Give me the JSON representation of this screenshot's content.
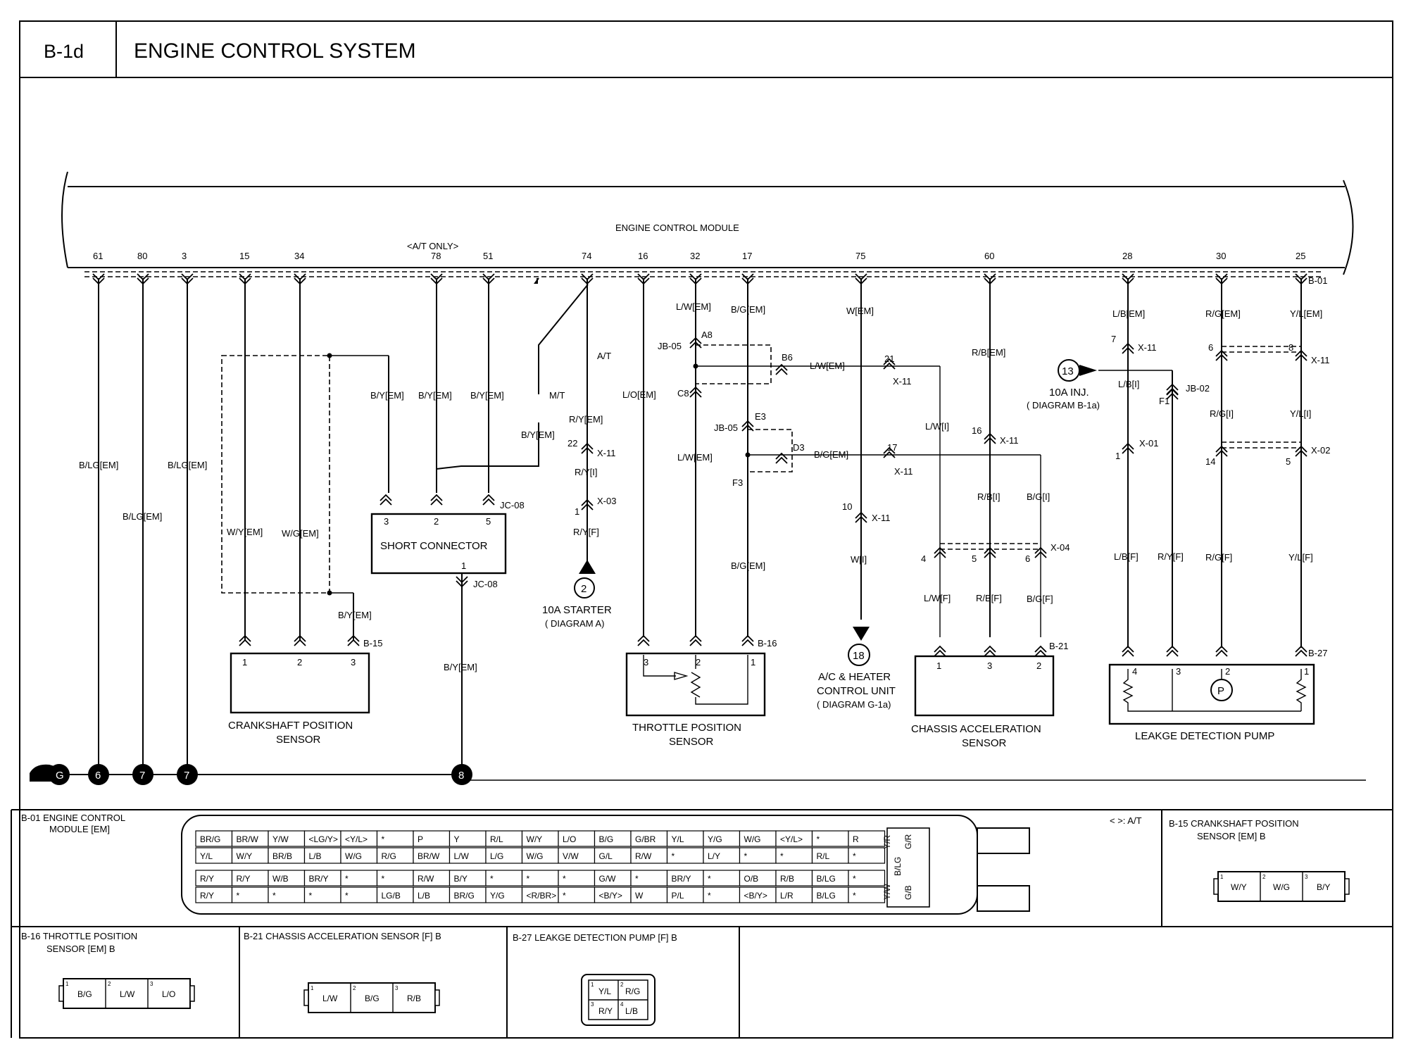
{
  "header": {
    "code": "B-1d",
    "title": "ENGINE CONTROL SYSTEM"
  },
  "ecm": {
    "label": "ENGINE CONTROL MODULE",
    "at_only": "<A/T ONLY>",
    "connector": "B-01",
    "pins": [
      "61",
      "80",
      "3",
      "15",
      "34",
      "78",
      "51",
      "74",
      "16",
      "32",
      "17",
      "75",
      "60",
      "28",
      "30",
      "25"
    ]
  },
  "wire_labels": {
    "blg1": "B/LG[EM]",
    "blg2": "B/LG[EM]",
    "blg3": "B/LG[EM]",
    "wy": "W/Y[EM]",
    "wg": "W/G[EM]",
    "by1": "B/Y[EM]",
    "by2": "B/Y[EM]",
    "by3": "B/Y[EM]",
    "by4": "B/Y[EM]",
    "by5": "B/Y[EM]",
    "by6": "B/Y[EM]",
    "ryem": "R/Y[EM]",
    "ryi": "R/Y[I]",
    "ryf": "R/Y[F]",
    "lo": "L/O[EM]",
    "lw1": "L/W[EM]",
    "lw2": "L/W[EM]",
    "lw3": "L/W[EM]",
    "bg1": "B/G[EM]",
    "bg2": "B/G[EM]",
    "bg3": "B/G[EM]",
    "wem": "W[EM]",
    "wi": "W[I]",
    "rb": "R/B[EM]",
    "rbi": "R/B[I]",
    "rbf": "R/B[F]",
    "bgi": "B/G[I]",
    "bgf": "B/G[F]",
    "lwi": "L/W[I]",
    "lwf": "L/W[F]",
    "lb": "L/B[EM]",
    "lbi": "L/B[I]",
    "lbf": "L/B[F]",
    "rg": "R/G[EM]",
    "rgi": "R/G[I]",
    "rgf": "R/G[F]",
    "yl": "Y/L[EM]",
    "yli": "Y/L[I]",
    "ylf": "Y/L[F]",
    "ryf2": "R/Y[F]",
    "at": "A/T",
    "mt": "M/T"
  },
  "connectors": {
    "x11": "X-11",
    "x03": "X-03",
    "x01": "X-01",
    "x02": "X-02",
    "x04": "X-04",
    "jc08": "JC-08",
    "jb05": "JB-05",
    "jb02": "JB-02",
    "b15": "B-15",
    "b16": "B-16",
    "b21": "B-21",
    "b27": "B-27",
    "a8": "A8",
    "b6": "B6",
    "c8": "C8",
    "e3": "E3",
    "d3": "D3",
    "f3": "F3",
    "f1": "F1",
    "n22": "22",
    "n1": "1",
    "n21": "21",
    "n17": "17",
    "n10": "10",
    "n16": "16",
    "n7": "7",
    "n1b": "1",
    "n6": "6",
    "n14": "14",
    "n8": "8",
    "n5": "5",
    "n4": "4",
    "n5b": "5",
    "n6b": "6",
    "pin1": "1",
    "pin3": "3",
    "pin2": "2",
    "pin5": "5"
  },
  "components": {
    "short_connector": "SHORT CONNECTOR",
    "crankshaft": [
      "CRANKSHAFT POSITION",
      "SENSOR"
    ],
    "throttle": [
      "THROTTLE POSITION",
      "SENSOR"
    ],
    "chassis": [
      "CHASSIS ACCELERATION",
      "SENSOR"
    ],
    "pump": "LEAKGE DETECTION PUMP",
    "pump_symbol": "P"
  },
  "refs": {
    "starter": {
      "num": "2",
      "line1": "10A STARTER",
      "line2": "( DIAGRAM  A)"
    },
    "ac": {
      "num": "18",
      "line1": "A/C & HEATER",
      "line2": "CONTROL UNIT",
      "line3": "( DIAGRAM G-1a)"
    },
    "inj": {
      "num": "13",
      "line1": "10A INJ.",
      "line2": "( DIAGRAM B-1a)"
    }
  },
  "grounds": [
    "G",
    "6",
    "7",
    "7",
    "8"
  ],
  "views": {
    "b01": {
      "title": "B-01 ENGINE CONTROL",
      "title2": "MODULE [EM]",
      "note": "< >: A/T",
      "rows": [
        [
          "BR/G",
          "BR/W",
          "Y/W",
          "<LG/Y>",
          "<Y/L>",
          "*",
          "P",
          "Y",
          "R/L",
          "W/Y",
          "L/O",
          "B/G",
          "G/BR",
          "Y/L",
          "Y/G",
          "W/G",
          "<Y/L>",
          "*",
          "R"
        ],
        [
          "Y/L",
          "W/Y",
          "BR/B",
          "L/B",
          "W/G",
          "R/G",
          "BR/W",
          "L/W",
          "L/G",
          "W/G",
          "V/W",
          "G/L",
          "R/W",
          "*",
          "L/Y",
          "*",
          "*",
          "R/L",
          "*"
        ],
        [
          "R/Y",
          "R/Y",
          "W/B",
          "BR/Y",
          "*",
          "*",
          "R/W",
          "B/Y",
          "*",
          "*",
          "*",
          "G/W",
          "*",
          "BR/Y",
          "*",
          "O/B",
          "R/B",
          "B/LG",
          "*"
        ],
        [
          "R/Y",
          "*",
          "*",
          "*",
          "*",
          "LG/B",
          "L/B",
          "BR/G",
          "Y/G",
          "<R/BR>",
          "*",
          "<B/Y>",
          "W",
          "P/L",
          "*",
          "<B/Y>",
          "L/R",
          "B/LG",
          "*"
        ]
      ],
      "side": [
        "Y/R",
        "G/R",
        "B/LG",
        "Y/W",
        "G/B"
      ]
    },
    "b15": {
      "title": "B-15 CRANKSHAFT POSITION",
      "title2": "SENSOR [EM] B",
      "pins": [
        "W/Y",
        "W/G",
        "B/Y"
      ]
    },
    "b16": {
      "title": "B-16 THROTTLE POSITION",
      "title2": "SENSOR [EM] B",
      "pins": [
        "B/G",
        "L/W",
        "L/O"
      ]
    },
    "b21": {
      "title": "B-21 CHASSIS ACCELERATION SENSOR [F] B",
      "pins": [
        "L/W",
        "B/G",
        "R/B"
      ]
    },
    "b27": {
      "title": "B-27 LEAKGE DETECTION PUMP [F] B",
      "pins": [
        "Y/L",
        "R/G",
        "R/Y",
        "L/B"
      ]
    }
  }
}
